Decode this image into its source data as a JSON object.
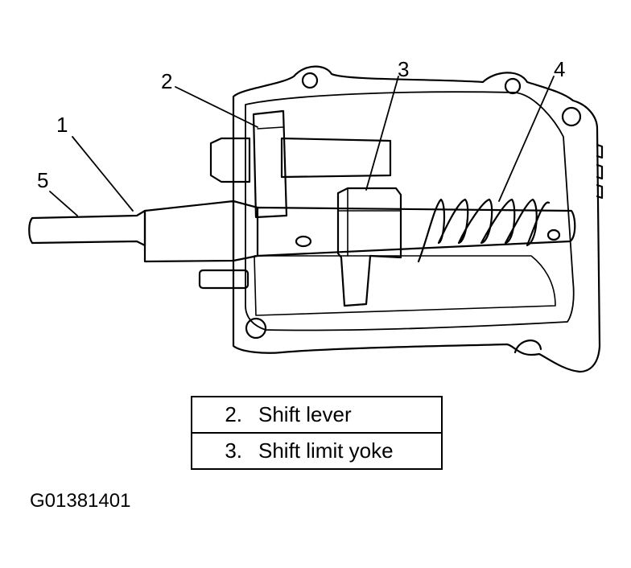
{
  "callouts": [
    "1",
    "2",
    "3",
    "4",
    "5"
  ],
  "legend": [
    {
      "num": "2.",
      "label": "Shift lever"
    },
    {
      "num": "3.",
      "label": "Shift limit yoke"
    }
  ],
  "figure_id": "G01381401"
}
